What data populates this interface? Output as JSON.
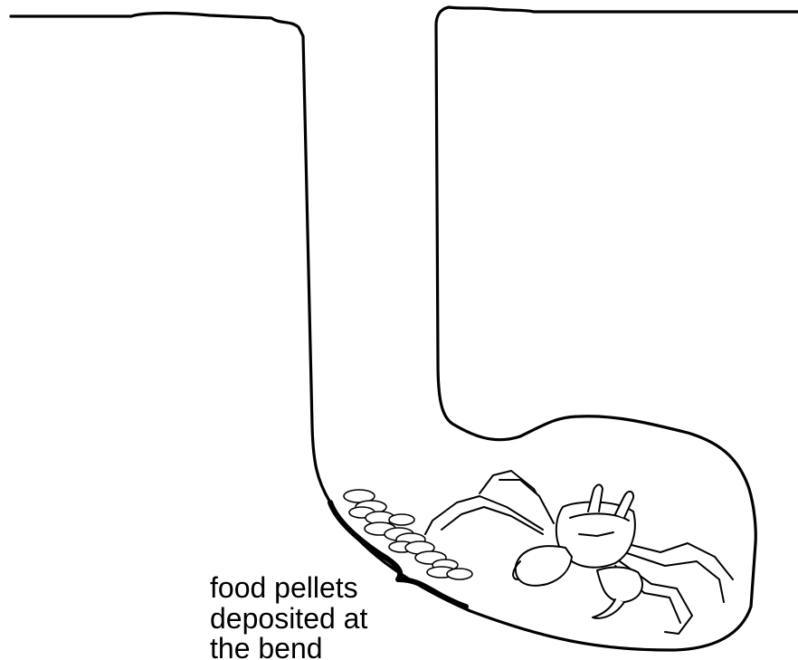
{
  "diagram": {
    "label_lines": [
      "food pellets",
      "deposited at",
      "the bend"
    ],
    "colors": {
      "stroke": "#000000",
      "background": "#ffffff"
    }
  }
}
